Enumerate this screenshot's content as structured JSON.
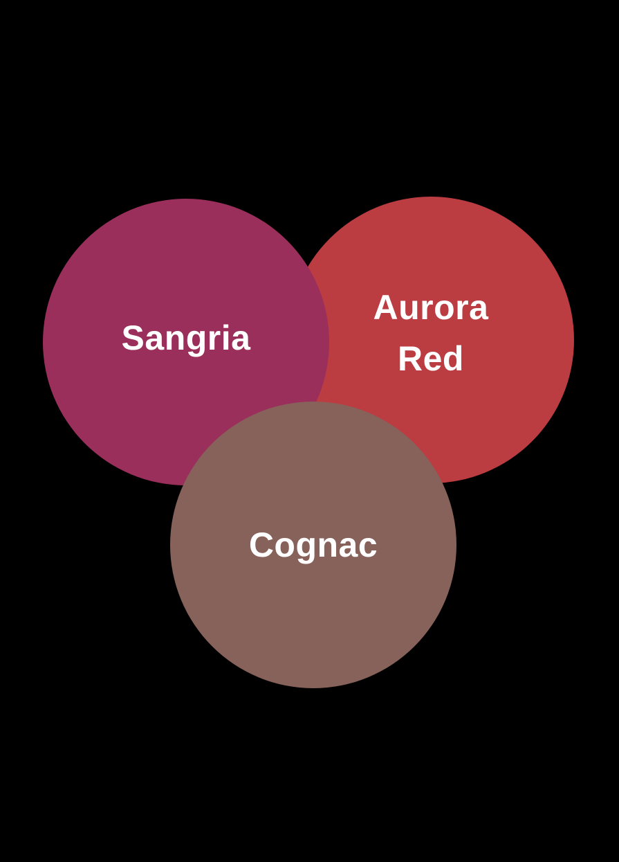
{
  "diagram": {
    "type": "overlapping-circles",
    "background": "#000000",
    "circles": [
      {
        "id": "sangria",
        "label": "Sangria",
        "color": "#9b2f5b",
        "text_color": "#ffffff"
      },
      {
        "id": "aurora-red",
        "label": "Aurora\nRed",
        "color": "#bb3d42",
        "text_color": "#ffffff"
      },
      {
        "id": "cognac",
        "label": "Cognac",
        "color": "#87625b",
        "text_color": "#ffffff"
      }
    ]
  }
}
